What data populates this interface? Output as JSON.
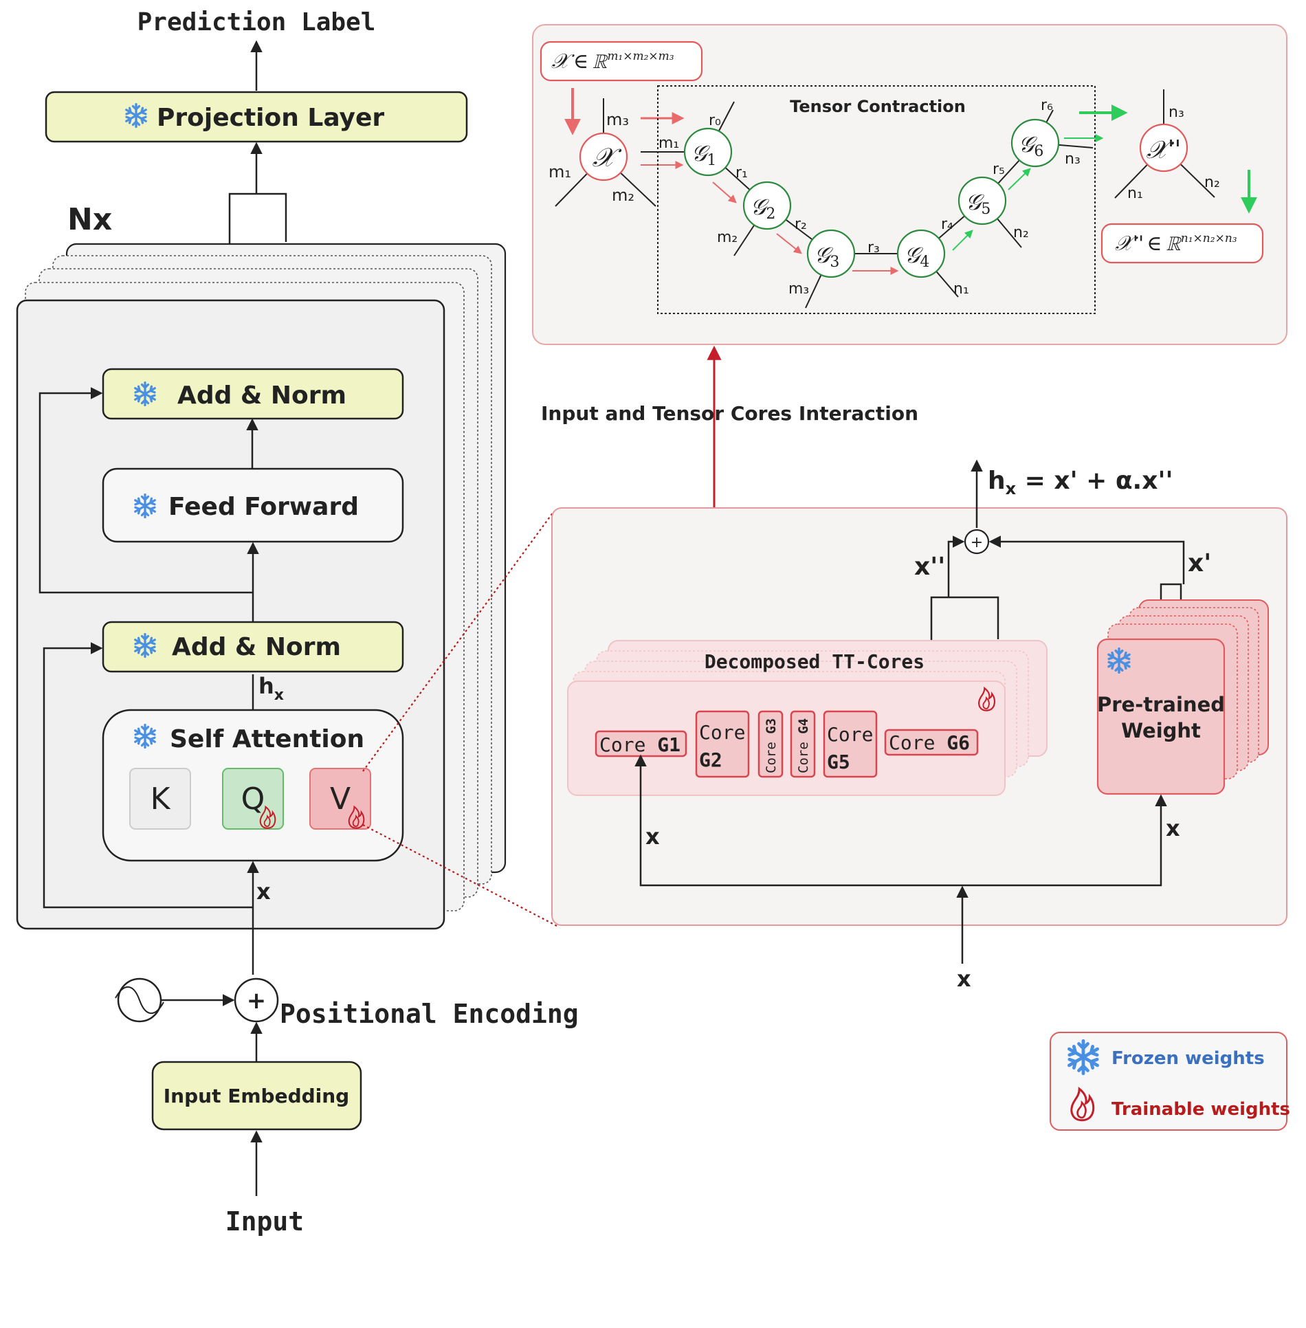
{
  "left": {
    "prediction_label": "Prediction Label",
    "projection_layer": "Projection Layer",
    "nx": "Nx",
    "add_norm_top": "Add & Norm",
    "feed_forward": "Feed Forward",
    "add_norm_bottom": "Add & Norm",
    "hx_label": "h",
    "hx_sub": "x",
    "self_attention": "Self Attention",
    "k": "K",
    "q": "Q",
    "v": "V",
    "x_label": "x",
    "positional_encoding": "Positional Encoding",
    "input_embedding": "Input Embedding",
    "input": "Input"
  },
  "top_panel": {
    "tensor_contraction": "Tensor Contraction",
    "input_tensor_symbol": "𝒳",
    "input_tensor_space": "ℝ",
    "input_tensor_exponent": "m₁×m₂×m₃",
    "output_tensor_symbol": "𝒳''",
    "output_tensor_space": "ℝ",
    "output_tensor_exponent": "n₁×n₂×n₃",
    "node_x_m1": "m₁",
    "node_x_m2": "m₂",
    "node_x_m3": "m₃",
    "g1_m1": "m₁",
    "g2_m2": "m₂",
    "g3_m3": "m₃",
    "g4_n1": "n₁",
    "g5_n2": "n₂",
    "g6_n3": "n₃",
    "out_n1": "n₁",
    "out_n2": "n₂",
    "out_n3": "n₃",
    "ranks": [
      "r₀",
      "r₁",
      "r₂",
      "r₃",
      "r₄",
      "r₅",
      "r₆"
    ],
    "cores": [
      "𝒢",
      "𝒢",
      "𝒢",
      "𝒢",
      "𝒢",
      "𝒢"
    ],
    "core_subs": [
      "1",
      "2",
      "3",
      "4",
      "5",
      "6"
    ]
  },
  "interaction_label": "Input and Tensor Cores Interaction",
  "bottom_panel": {
    "equation": "h",
    "equation_sub": "x",
    "equation_rest": " = x' + α.x''",
    "x_double_prime": "x''",
    "x_prime": "x'",
    "plus": "+",
    "decomposed_title": "Decomposed TT-Cores",
    "core_word": "Core",
    "g1": "G1",
    "g2": "G2",
    "g3": "G3",
    "g4": "G4",
    "g5": "G5",
    "g6": "G6",
    "pretrained_line1": "Pre-trained",
    "pretrained_line2": "Weight",
    "x_left": "x",
    "x_right": "x",
    "x_bottom": "x"
  },
  "legend": {
    "frozen": "Frozen weights",
    "trainable": "Trainable weights"
  },
  "colors": {
    "frozen_blue": "#4a90e2",
    "trainable_red": "#b71c1c",
    "yellow_box": "#f1f4c4",
    "green_node": "#2c8a3e",
    "red_panel_border": "#e8a6a6"
  }
}
